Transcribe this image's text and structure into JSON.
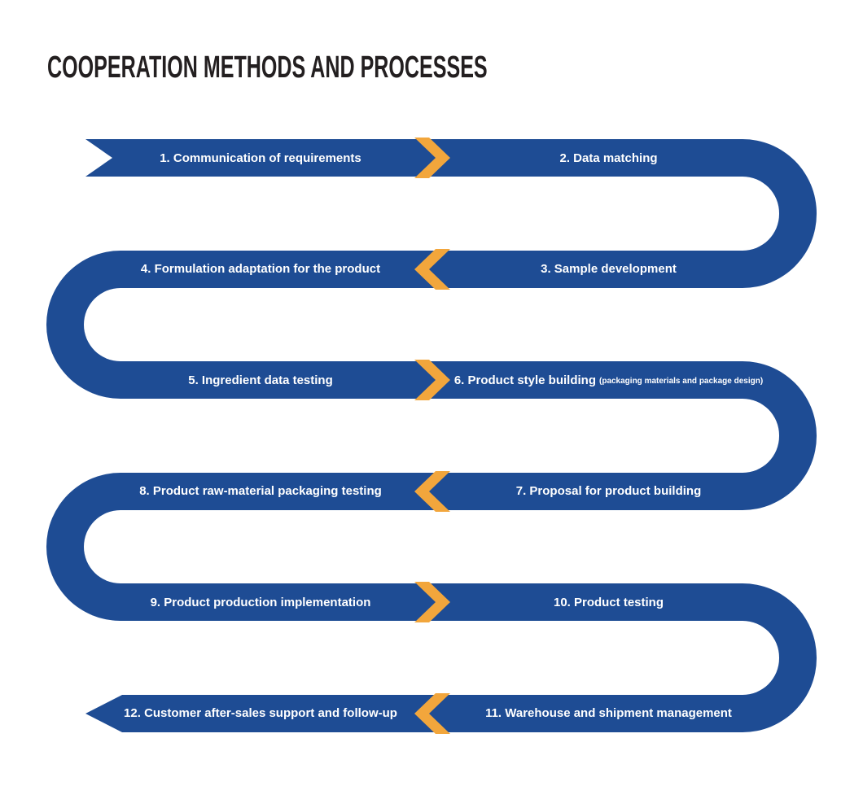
{
  "title": "COOPERATION METHODS AND PROCESSES",
  "colors": {
    "ribbon_blue": "#1E4C94",
    "chevron_yellow": "#F2A63C",
    "title_color": "#231F20",
    "step_text": "#FFFFFF",
    "background": "#FFFFFF"
  },
  "diagram": {
    "type": "serpentine-process-flow",
    "rows": [
      {
        "left": {
          "label": "1. Communication of requirements"
        },
        "right": {
          "label": "2. Data matching"
        },
        "chevron": "right"
      },
      {
        "left": {
          "label": "4. Formulation adaptation for the product"
        },
        "right": {
          "label": "3. Sample development"
        },
        "chevron": "left"
      },
      {
        "left": {
          "label": "5. Ingredient data testing"
        },
        "right": {
          "label": "6. Product style building",
          "note": "(packaging materials and package design)"
        },
        "chevron": "right"
      },
      {
        "left": {
          "label": "8. Product raw-material packaging testing"
        },
        "right": {
          "label": "7. Proposal for product  building"
        },
        "chevron": "left"
      },
      {
        "left": {
          "label": "9. Product production implementation"
        },
        "right": {
          "label": "10. Product testing"
        },
        "chevron": "right"
      },
      {
        "left": {
          "label": "12. Customer after-sales support and follow-up"
        },
        "right": {
          "label": "11. Warehouse and shipment management"
        },
        "chevron": "left"
      }
    ],
    "step_order": [
      "1. Communication of requirements",
      "2. Data matching",
      "3. Sample development",
      "4. Formulation adaptation for the product",
      "5. Ingredient data testing",
      "6. Product style building (packaging materials and package design)",
      "7. Proposal for product building",
      "8. Product raw-material packaging testing",
      "9. Product production implementation",
      "10. Product testing",
      "11. Warehouse and shipment management",
      "12. Customer after-sales support and follow-up"
    ]
  }
}
